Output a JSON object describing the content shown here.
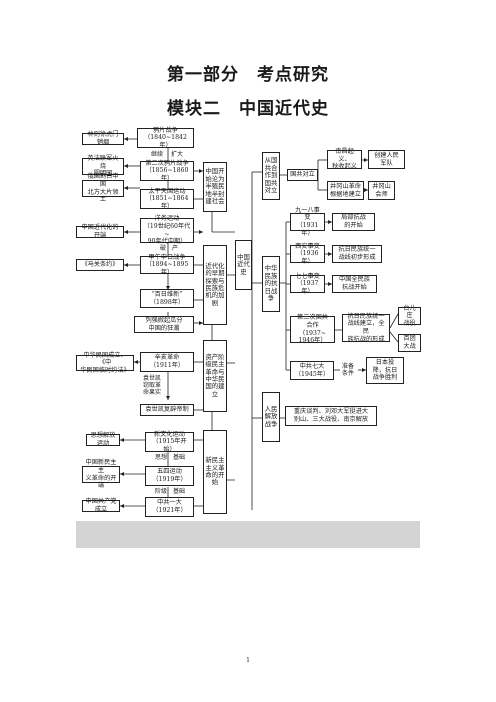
{
  "header": {
    "title": "第一部分　考点研究",
    "subtitle": "模块二　中国近代史"
  },
  "diagram": {
    "left": {
      "linzexu": "林则徐虎门销烟",
      "opium1": "鸦片战争\n（1840~1842年）",
      "jixu": "继续",
      "kuoda": "扩大",
      "yingfa": "英法联军火烧\n圆明园",
      "opium2": "第二次鸦片战争\n（1856~1860年）",
      "eguo": "俄国割占中国\n北方大片领土",
      "taiping": "太平天国运动\n（1851~1864年）",
      "center_top": "中国开始沦为半殖民地半封建社会",
      "jindaihua": "中国近代化的开端",
      "yangwu": "洋务运动\n（19世纪60年代~\n90年代中期）",
      "pochan": "破　产",
      "maguan": "《马关条约》",
      "jiawu": "甲午中日战争\n（1894~1895年）",
      "bairi": "“百日维新”\n（1898年）",
      "center_mid": "近代化的早期探索与民族危机的加剧",
      "liqiang": "列强掀起瓜分\n中国的狂潮",
      "linshi": "中华民国成立、《中\n华民国临时约法》",
      "xinhai": "辛亥革命\n（1911年）",
      "yuan": "袁世凯\n窃取革\n命果实",
      "fupi": "袁世凯复辟帝制",
      "center_low": "资产阶级民主革命与中华民国的建立",
      "sixiang": "思想解放运动",
      "xinwenhua": "新文化运动\n（1915年开始）",
      "sixiang_jichu": "思想　基础",
      "xinminzhu": "中国新民主主\n义革命的开端",
      "wusi": "五四运动\n（1919年）",
      "jieji_jichu": "阶级　基础",
      "gongchandang": "中国共产党成立",
      "zhonggong": "中共一大\n（1921年）",
      "center_bottom": "新民主主义革命的开始"
    },
    "center_root": "中国近代史",
    "right": {
      "guogong": "从国共合作到国共对立",
      "duili": "国共对立",
      "nanchang": "南昌起义、\n秋收起义",
      "chuangjian": "创建人民\n军队",
      "jinggang": "井冈山革命\n根据地建立",
      "huishi": "井冈山\n会师",
      "kangri": "中华民族的抗日战争",
      "jiuyiba": "九一八事变\n（1931年）",
      "jubu": "局部抗战\n的开始",
      "xian": "西安事变\n（1936年）",
      "tongyi": "抗日民族统一\n战线初步形成",
      "qiqi": "七七事变\n（1937年）",
      "quanmian": "中国全民族\n抗战开始",
      "dierci": "第二次国共\n合作（1937~\n1946年）",
      "xingcheng": "抗日民族统一\n战线建立，全民\n族抗战的形成",
      "taierzhuang": "台儿庄\n战役",
      "baituan": "百团\n大战",
      "qida": "中共七大\n（1945年）",
      "zhunbei": "准备\n条件",
      "shengli": "日本投\n降，抗日\n战争胜利",
      "jiefang": "人民解放战争",
      "chongqing": "重庆谈判、刘邓大军挺进大\n别山、三大战役、南京解放"
    },
    "page_number": "1"
  }
}
